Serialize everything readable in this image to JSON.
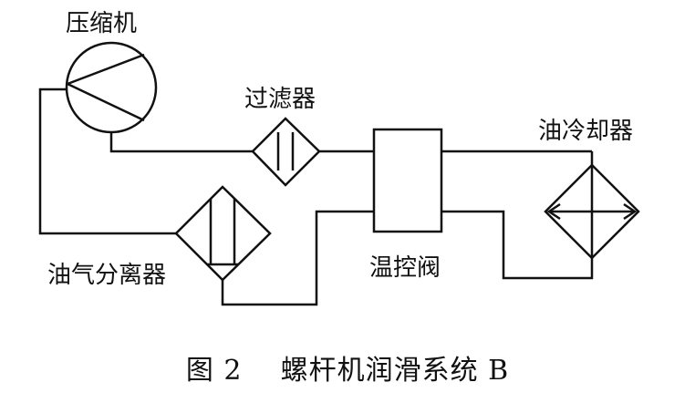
{
  "labels": {
    "compressor": "压缩机",
    "filter": "过滤器",
    "oil_cooler": "油冷却器",
    "separator": "油气分离器",
    "thermo_valve": "温控阀"
  },
  "caption": "图 2    螺杆机润滑系统 B"
}
